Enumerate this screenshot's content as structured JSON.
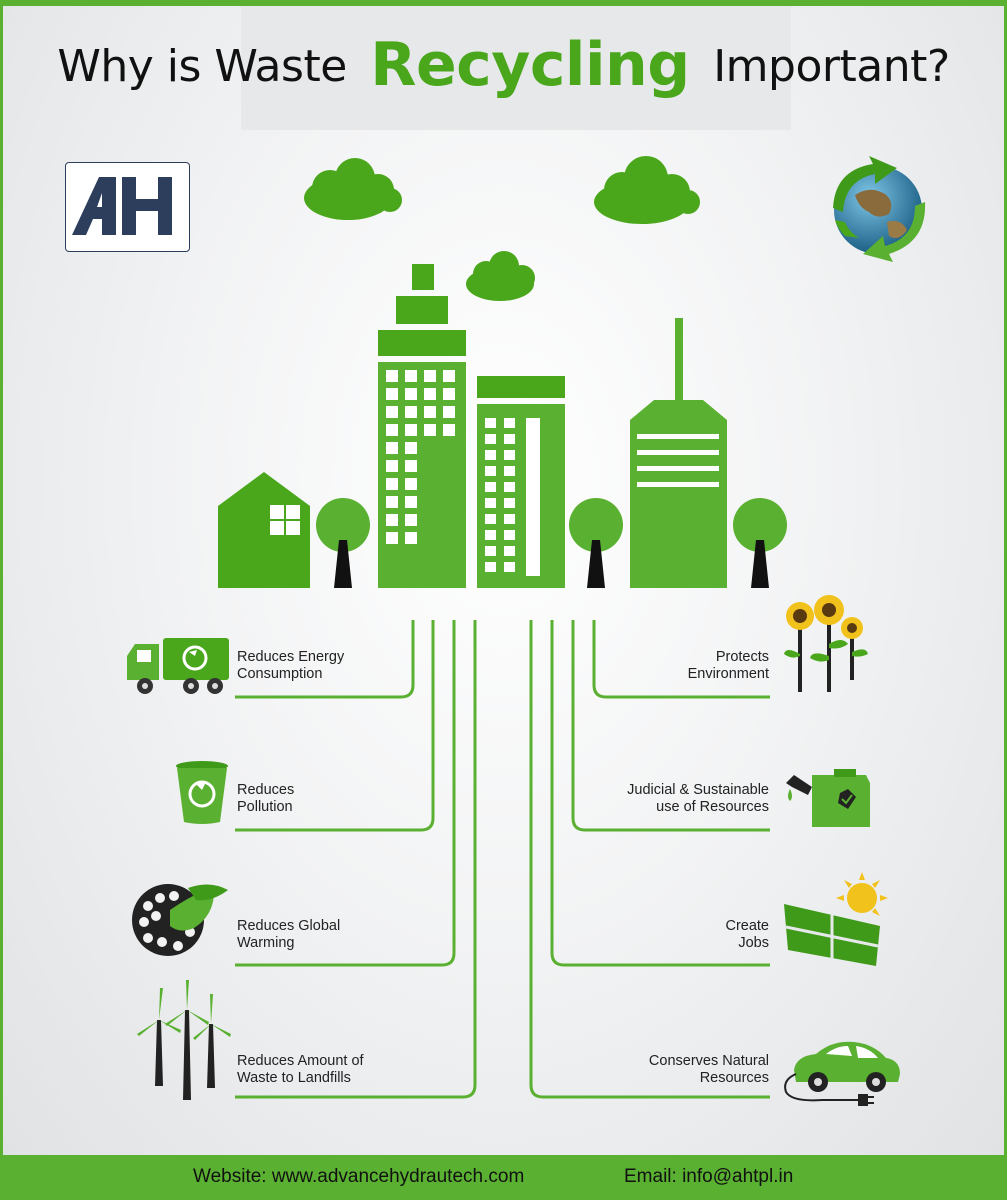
{
  "title": {
    "prefix": "Why is Waste",
    "accent": "Recycling",
    "suffix": "Important?"
  },
  "logo": {
    "letters": "AH"
  },
  "benefits_left": [
    {
      "line1": "Reduces Energy",
      "line2": "Consumption",
      "icon": "garbage-truck-icon"
    },
    {
      "line1": "Reduces",
      "line2": "Pollution",
      "icon": "recycle-bin-icon"
    },
    {
      "line1": "Reduces Global",
      "line2": "Warming",
      "icon": "globe-leaf-icon"
    },
    {
      "line1": "Reduces Amount of",
      "line2": "Waste to Landfills",
      "icon": "wind-turbine-icon"
    }
  ],
  "benefits_right": [
    {
      "line1": "Protects",
      "line2": "Environment",
      "icon": "sunflower-icon"
    },
    {
      "line1": "Judicial & Sustainable",
      "line2": "use of Resources",
      "icon": "fuel-can-icon"
    },
    {
      "line1": "Create",
      "line2": "Jobs",
      "icon": "solar-panel-icon"
    },
    {
      "line1": "Conserves Natural",
      "line2": "Resources",
      "icon": "electric-car-icon"
    }
  ],
  "footer": {
    "website_label": "Website:",
    "website": "www.advancehydrautech.com",
    "email_label": "Email:",
    "email": "info@ahtpl.in"
  },
  "colors": {
    "green": "#5ab031",
    "dark_green": "#3f9a1a",
    "navy": "#2c3e5c"
  }
}
